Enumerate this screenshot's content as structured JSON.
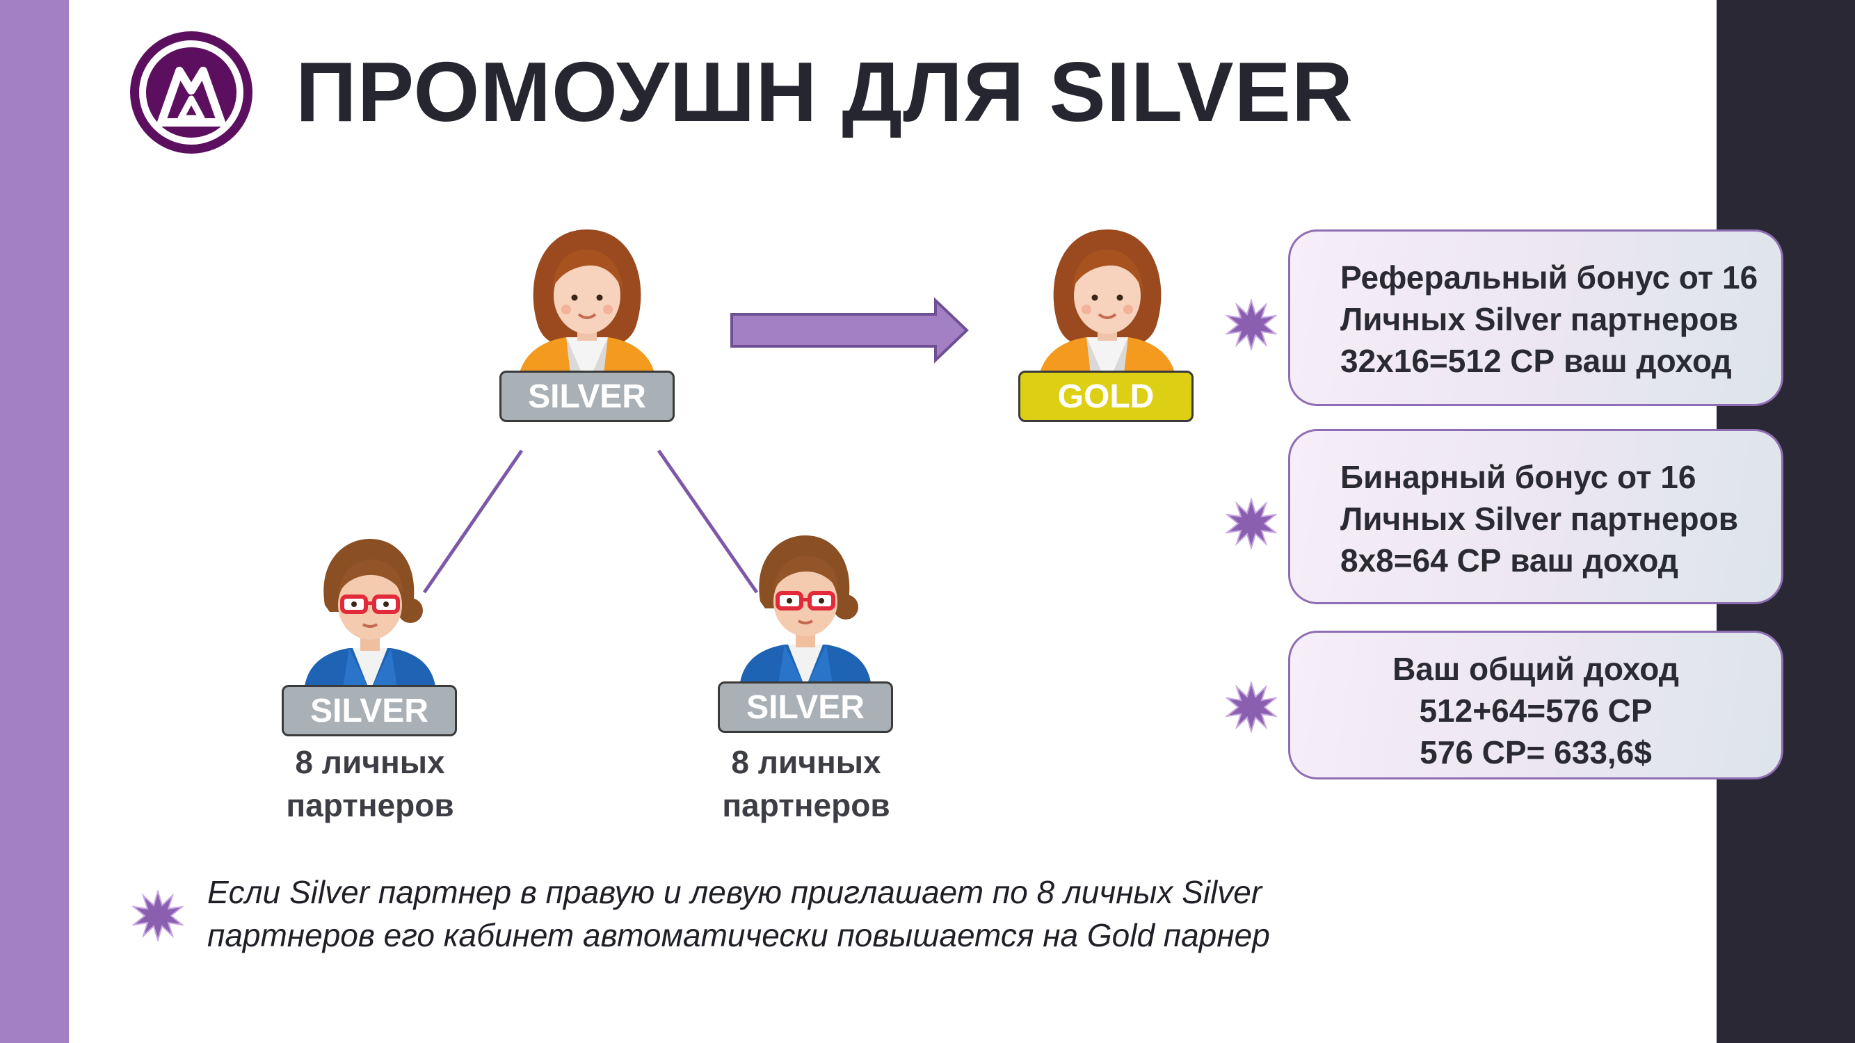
{
  "title": "ПРОМОУШН ДЛЯ SILVER",
  "icons": {
    "logo": "m-in-circle-logo-icon",
    "bullet": "purple-star-burst-icon",
    "arrow": "right-arrow-icon",
    "person_top": "woman-orange-jacket-icon",
    "person_bottom": "woman-red-glasses-blue-jacket-icon"
  },
  "colors": {
    "accent_purple": "#a37fc4",
    "dark_band": "#2a2834",
    "logo_purple": "#5c0f5e",
    "silver_badge": "#a9b1b6",
    "gold_badge": "#ddd014"
  },
  "diagram": {
    "top_silver_badge": "SILVER",
    "gold_badge": "GOLD",
    "left_child": {
      "badge": "SILVER",
      "line1": "8 личных",
      "line2": "партнеров"
    },
    "right_child": {
      "badge": "SILVER",
      "line1": "8 личных",
      "line2": "партнеров"
    }
  },
  "info_boxes": [
    {
      "lines": [
        "Реферальный бонус от 16",
        "Личных Silver партнеров",
        "32х16=512 СР ваш доход"
      ]
    },
    {
      "lines": [
        "Бинарный бонус от 16",
        "Личных Silver партнеров",
        "8х8=64 СР ваш доход"
      ]
    },
    {
      "lines": [
        "Ваш общий доход",
        "512+64=576 СР",
        "576 СР= 633,6$"
      ]
    }
  ],
  "note": {
    "line1": "Если Silver партнер в правую и левую приглашает по 8 личных Silver",
    "line2": "партнеров его кабинет автоматически повышается на Gold парнер"
  }
}
